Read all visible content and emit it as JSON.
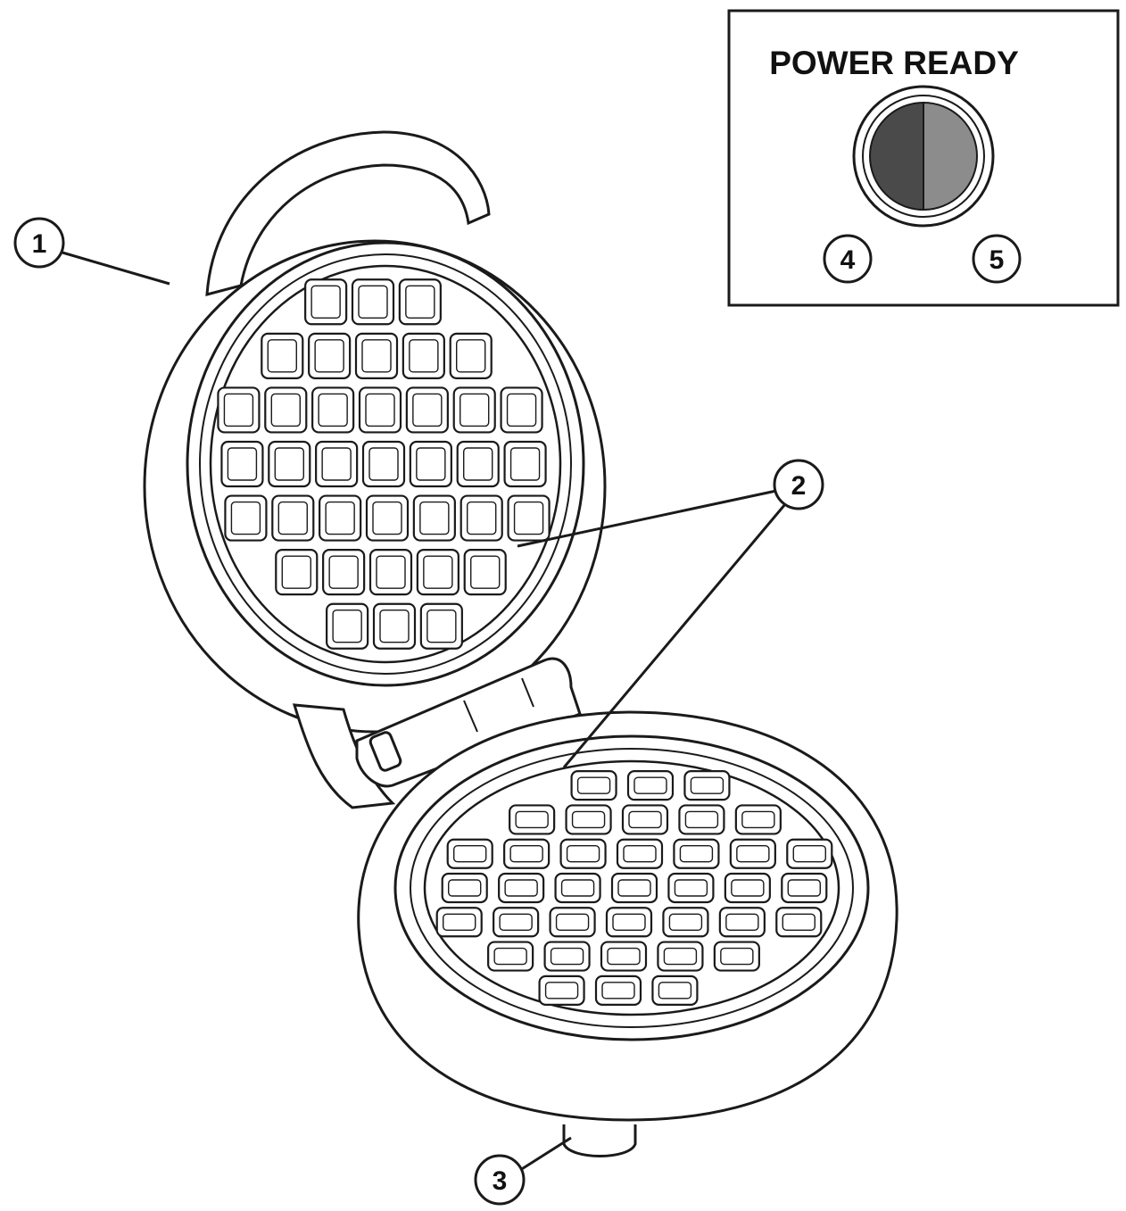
{
  "inset": {
    "title": "POWER READY"
  },
  "callouts": [
    {
      "label": "1",
      "name": "callout-1"
    },
    {
      "label": "2",
      "name": "callout-2"
    },
    {
      "label": "3",
      "name": "callout-3"
    },
    {
      "label": "4",
      "name": "callout-4"
    },
    {
      "label": "5",
      "name": "callout-5"
    }
  ],
  "colors": {
    "line": "#1a1a1a",
    "power_light": "#4a4a4a",
    "ready_light": "#8c8c8c",
    "fill": "#ffffff"
  },
  "grid": {
    "top_plate_rows": 7,
    "bottom_plate_rows": 7
  }
}
